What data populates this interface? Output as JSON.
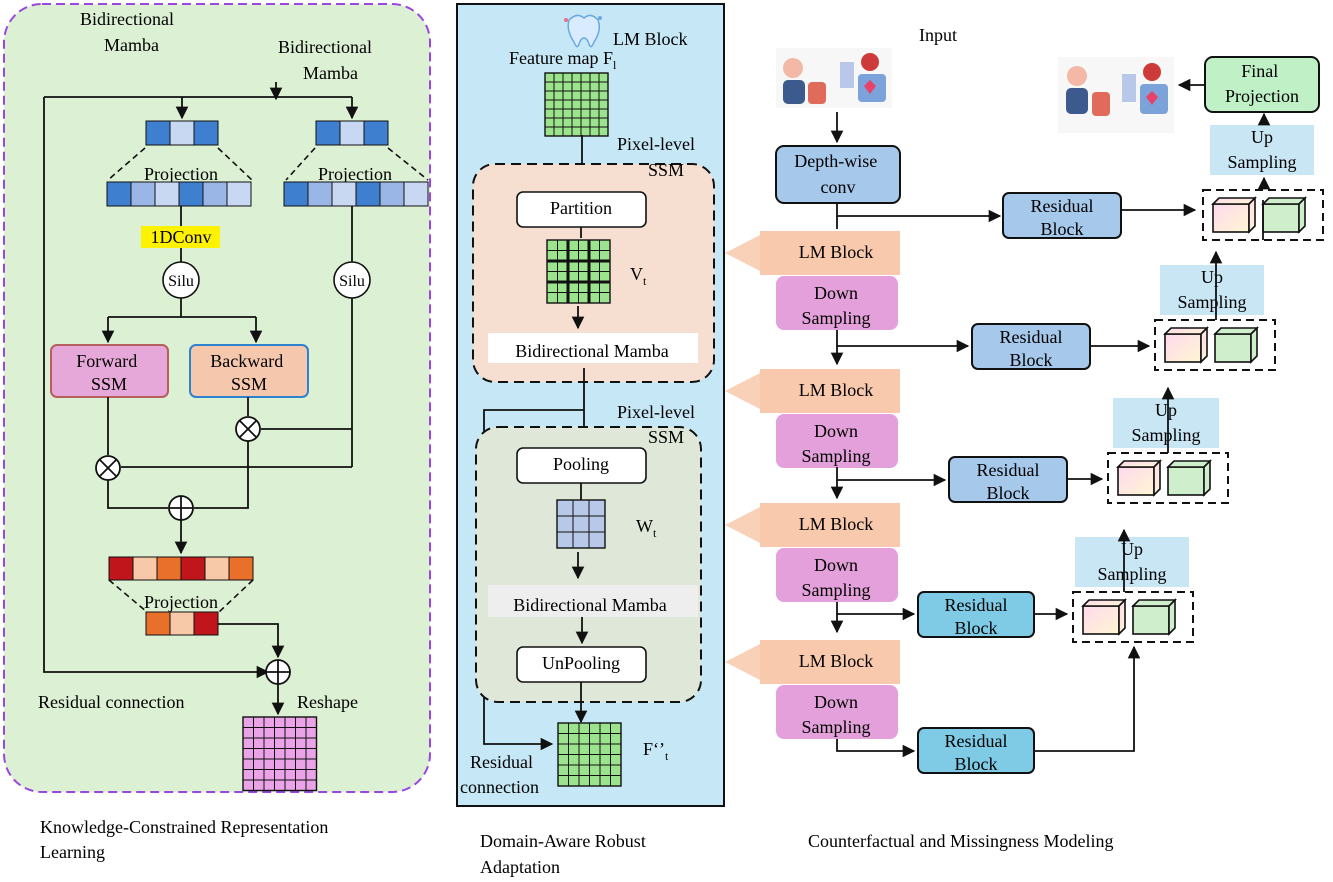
{
  "panel1": {
    "top_left_label": [
      "Bidirectional",
      "Mamba"
    ],
    "top_right_label": [
      "Bidirectional",
      "Mamba"
    ],
    "projection_left": "Projection",
    "projection_right": "Projection",
    "conv_label": "1DConv",
    "silu_left": "Silu",
    "silu_right": "Silu",
    "forward_ssm": [
      "Forward",
      "SSM"
    ],
    "backward_ssm": [
      "Backward",
      "SSM"
    ],
    "projection_bottom": "Projection",
    "residual_label": "Residual connection",
    "reshape_label": "Reshape",
    "caption": [
      "Knowledge-Constrained Representation",
      "Learning"
    ]
  },
  "panel2": {
    "lm_block_label": "LM Block",
    "feature_map_label": "Feature map F",
    "feature_map_sub": "l",
    "pixel_ssm_top": [
      "Pixel-level",
      "SSM"
    ],
    "partition": "Partition",
    "vt": "V",
    "vt_sub": "t",
    "bidir_mamba_top": "Bidirectional Mamba",
    "pixel_ssm_bottom": [
      "Pixel-level",
      "SSM"
    ],
    "pooling": "Pooling",
    "wt": "W",
    "wt_sub": "t",
    "bidir_mamba_bottom": "Bidirectional Mamba",
    "unpooling": "UnPooling",
    "residual_connection": [
      "Residual",
      "connection"
    ],
    "f_out": "F‘’",
    "f_out_sub": "t",
    "caption": [
      "Domain-Aware Robust",
      "Adaptation"
    ]
  },
  "panel3": {
    "input": "Input",
    "depthwise": [
      "Depth-wise",
      "conv"
    ],
    "final_projection": [
      "Final",
      "Projection"
    ],
    "lm_block": "LM Block",
    "down_sampling": [
      "Down",
      "Sampling"
    ],
    "residual_block": [
      "Residual",
      "Block"
    ],
    "up_sampling": [
      "Up",
      "Sampling"
    ],
    "caption": "Counterfactual and Missingness Modeling"
  },
  "colors": {
    "panel1_bg": "#dcf0d3",
    "panel1_border": "#9b46e0",
    "panel2_bg": "#c6e8f6",
    "lm_block": "#f8c9ac",
    "down_sampling": "#e4a0da",
    "residual_block": "#a6c8ea",
    "residual_block_light": "#7fcbe6",
    "up_sampling": "#c9e6f5",
    "final_projection": "#bff0c6",
    "grid_green": "#9be38c",
    "grid_pink": "#e9a3e6",
    "grid_blue": "#b7c8e8",
    "forward_ssm": "#e6a8d8",
    "backward_ssm": "#f5c7ad",
    "conv_highlight": "#fff200"
  }
}
